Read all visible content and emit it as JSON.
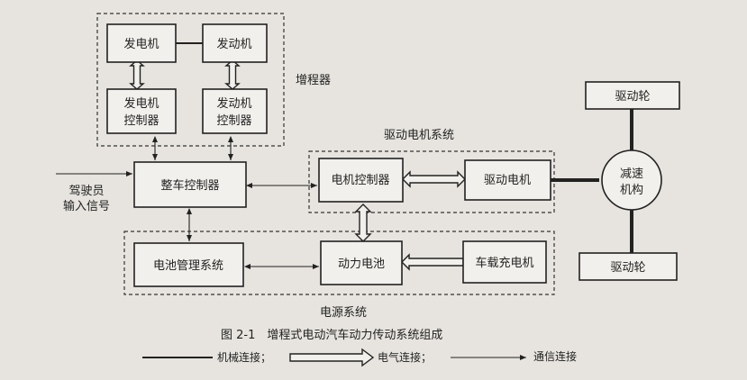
{
  "groups": {
    "range_extender": "增程器",
    "drive_motor_system": "驱动电机系统",
    "power_system": "电源系统"
  },
  "blocks": {
    "generator": "发电机",
    "engine": "发动机",
    "generator_controller": [
      "发电机",
      "控制器"
    ],
    "engine_controller": [
      "发动机",
      "控制器"
    ],
    "vehicle_controller": "整车控制器",
    "motor_controller": "电机控制器",
    "drive_motor": "驱动电机",
    "reducer": [
      "减速",
      "机构"
    ],
    "drive_wheel_top": "驱动轮",
    "drive_wheel_bottom": "驱动轮",
    "bms": "电池管理系统",
    "power_battery": "动力电池",
    "onboard_charger": "车载充电机"
  },
  "driver_input": [
    "驾驶员",
    "输入信号"
  ],
  "caption": "图 2-1　增程式电动汽车动力传动系统组成",
  "legend": {
    "mechanical": "机械连接；",
    "electrical": "电气连接；",
    "communication": "通信连接"
  }
}
